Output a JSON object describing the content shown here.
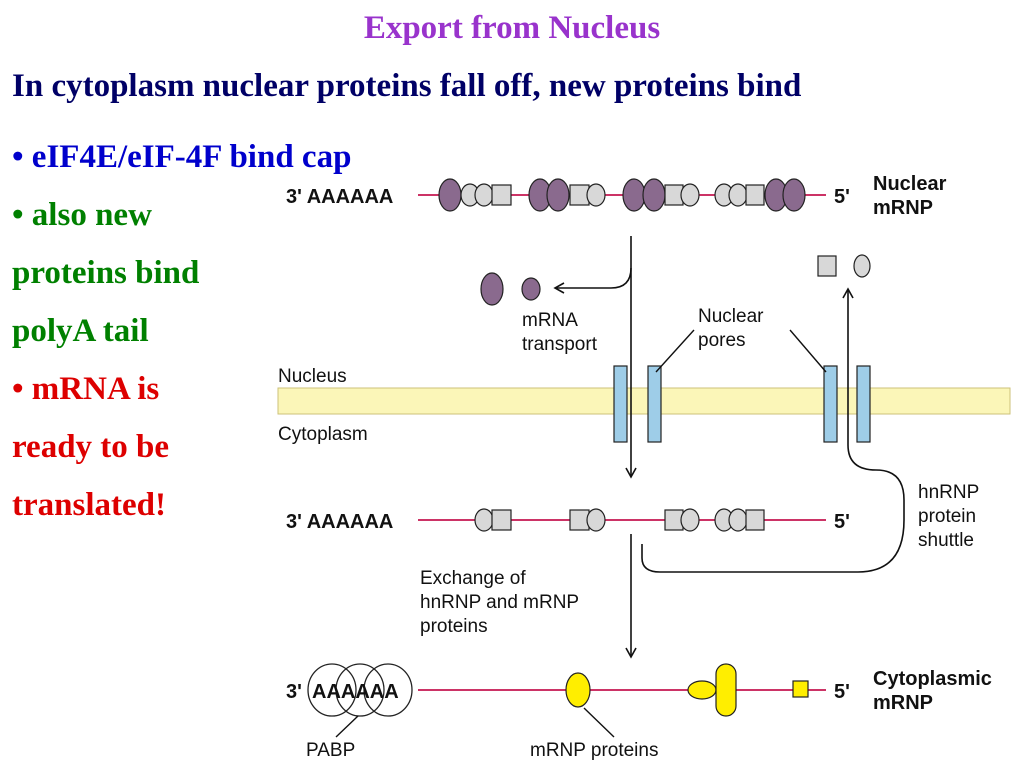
{
  "title": "Export from Nucleus",
  "subtitle": "In cytoplasm nuclear proteins fall off, new proteins bind",
  "bullets": [
    {
      "text": "• eIF4E/eIF-4F bind cap",
      "color": "#0000cc"
    },
    {
      "text": "• also new",
      "color": "#008000"
    },
    {
      "text": "proteins bind",
      "color": "#008000"
    },
    {
      "text": "polyA tail",
      "color": "#008000"
    },
    {
      "text": "• mRNA is",
      "color": "#dd0000"
    },
    {
      "text": "ready to be",
      "color": "#dd0000"
    },
    {
      "text": "translated!",
      "color": "#dd0000"
    }
  ],
  "diagram": {
    "end3_label": "3' AAAAAA",
    "end3_label_bottom": "3'",
    "polya_bottom": "AAAAAA",
    "end5_label": "5'",
    "nuclear_mrnp": [
      "Nuclear",
      "mRNP"
    ],
    "mrna_transport": [
      "mRNA",
      "transport"
    ],
    "nuclear_pores": [
      "Nuclear",
      "pores"
    ],
    "nucleus": "Nucleus",
    "cytoplasm": "Cytoplasm",
    "hnrnp_shuttle": [
      "hnRNP",
      "protein",
      "shuttle"
    ],
    "exchange": [
      "Exchange of",
      "hnRNP and mRNP",
      "proteins"
    ],
    "cytoplasmic_mrnp": [
      "Cytoplasmic",
      "mRNP"
    ],
    "pabp": "PABP",
    "mrnp_proteins": "mRNP proteins",
    "colors": {
      "membrane": "#fbf6b8",
      "pore": "#9ecde8",
      "mrna_line": "#cc3366",
      "purple_protein": "#8a6a8e",
      "gray_protein": "#d8d8d8",
      "yellow_protein": "#ffee00"
    }
  }
}
